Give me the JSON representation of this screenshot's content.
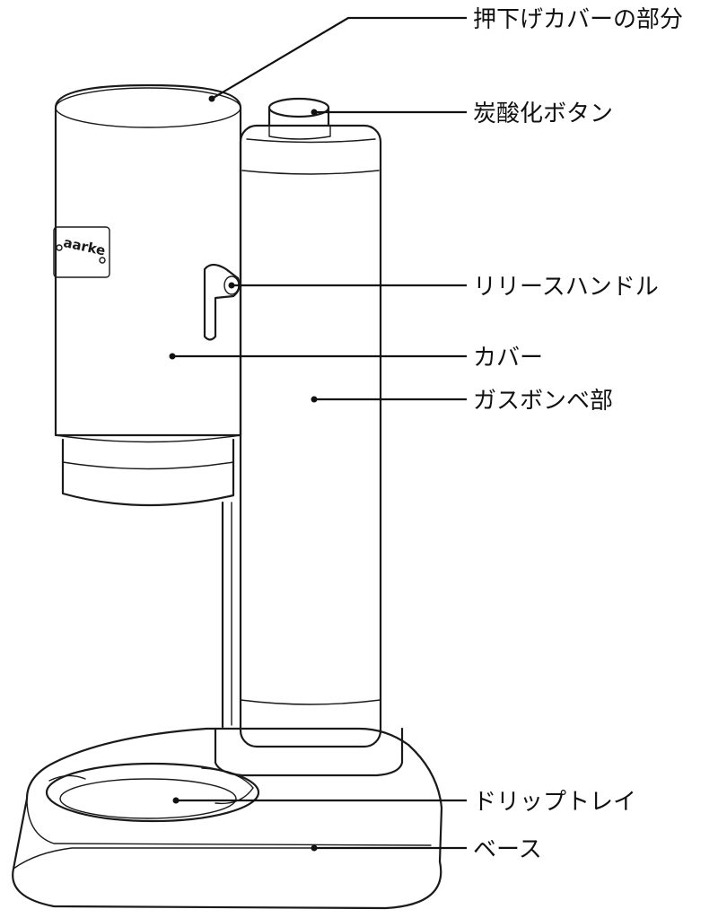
{
  "brand": "aarke",
  "callouts": {
    "press_cover": "押下げカバーの部分",
    "carbonation_button": "炭酸化ボタン",
    "release_handle": "リリースハンドル",
    "cover": "カバー",
    "gas_cylinder": "ガスボンベ部",
    "drip_tray": "ドリップトレイ",
    "base": "ベース"
  },
  "colors": {
    "line": "#1a1a1a",
    "background": "#ffffff"
  }
}
